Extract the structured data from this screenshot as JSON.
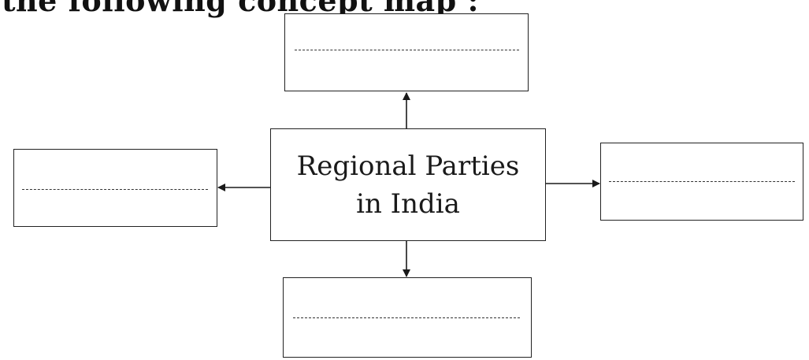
{
  "heading": "the following concept map :",
  "diagram": {
    "center_text": [
      "Regional Parties",
      "in India"
    ],
    "boxes": [
      {
        "name": "top",
        "text": ""
      },
      {
        "name": "left",
        "text": ""
      },
      {
        "name": "right",
        "text": ""
      },
      {
        "name": "bottom",
        "text": ""
      }
    ]
  }
}
